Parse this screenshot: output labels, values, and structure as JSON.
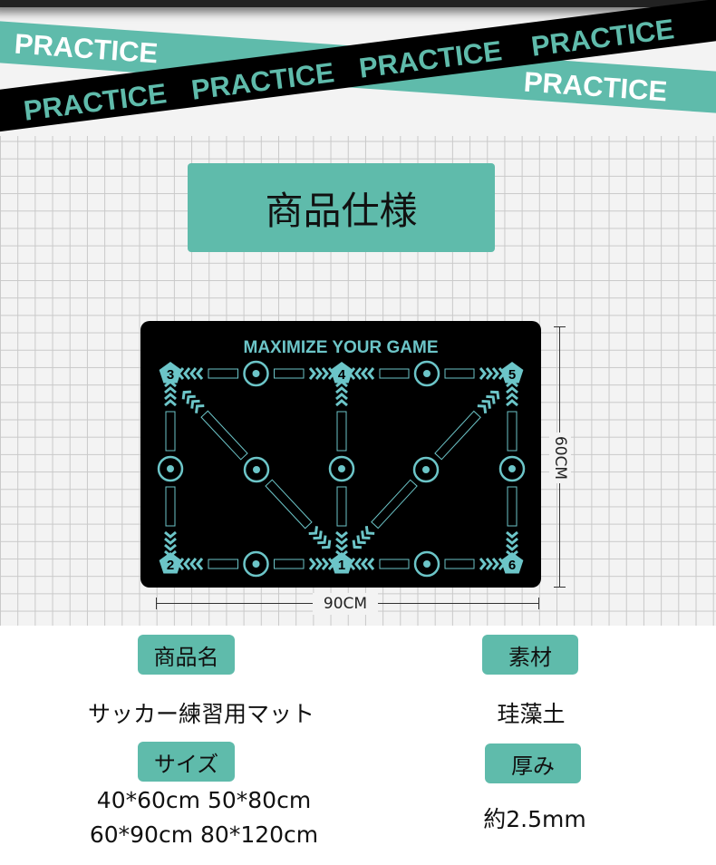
{
  "banner": {
    "tape_text": "PRACTICE"
  },
  "heading": "商品仕様",
  "mat": {
    "title": "MAXIMIZE YOUR GAME",
    "node_numbers": [
      "1",
      "2",
      "3",
      "4",
      "5",
      "6"
    ],
    "mat_color": "#000000",
    "accent": "#6cc5c8"
  },
  "dimensions": {
    "height_label": "60CM",
    "width_label": "90CM"
  },
  "specs": {
    "name_label": "商品名",
    "name_value": "サッカー練習用マット",
    "material_label": "素材",
    "material_value": "珪藻土",
    "size_label": "サイズ",
    "size_line1": "40*60cm 50*80cm",
    "size_line2": "60*90cm 80*120cm",
    "thickness_label": "厚み",
    "thickness_value": "約2.5mm"
  },
  "colors": {
    "brand_teal": "#5fbbab"
  }
}
